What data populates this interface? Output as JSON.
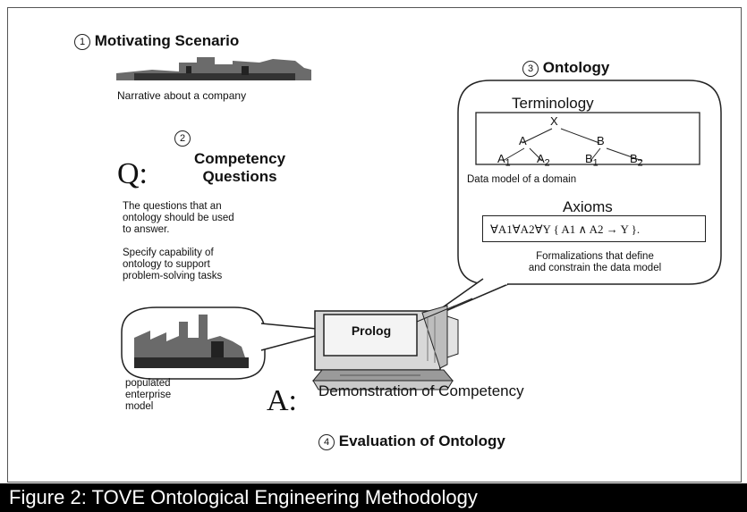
{
  "step1": {
    "num": "1",
    "title": "Motivating Scenario",
    "desc": "Narrative about a company"
  },
  "step2": {
    "num": "2",
    "title_line1": "Competency",
    "title_line2": "Questions",
    "q_label": "Q:",
    "desc1": [
      "The questions that an",
      "ontology should be used",
      "to answer."
    ],
    "desc2": [
      "Specify capability of",
      "ontology to support",
      "problem-solving tasks"
    ]
  },
  "step3": {
    "num": "3",
    "title": "Ontology",
    "terminology": "Terminology",
    "tree": {
      "root": "X",
      "mid_left": "A",
      "mid_right": "B",
      "leaves": [
        {
          "base": "A",
          "sub": "1"
        },
        {
          "base": "A",
          "sub": "2"
        },
        {
          "base": "B",
          "sub": "1"
        },
        {
          "base": "B",
          "sub": "2"
        }
      ]
    },
    "data_model": "Data model of a domain",
    "axioms": "Axioms",
    "axiom_formula": "∀A1∀A2∀Y { A1 ∧ A2 → Y }.",
    "formalization": [
      "Formalizations that define",
      "and constrain the data model"
    ]
  },
  "step4": {
    "num": "4",
    "title": "Evaluation of Ontology",
    "a_label": "A:",
    "demo": "Demonstration of Competency",
    "prolog": "Prolog",
    "populated": [
      "populated",
      "enterprise",
      "model"
    ]
  },
  "caption": "Figure 2: TOVE Ontological Engineering Methodology"
}
